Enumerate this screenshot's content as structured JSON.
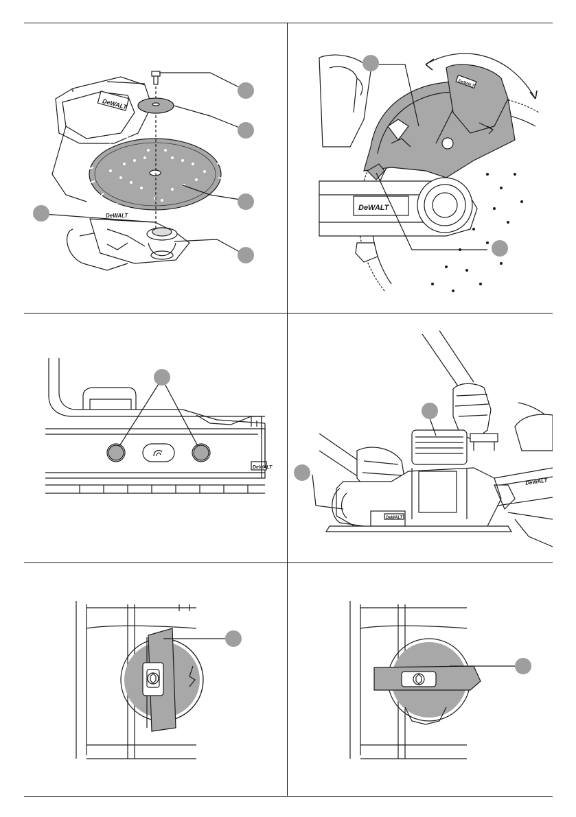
{
  "page": {
    "brand": "DeWALT",
    "figures": [
      {
        "id": "fig-a",
        "subject": "blade-installation-exploded"
      },
      {
        "id": "fig-b",
        "subject": "blade-guard-adjustment"
      },
      {
        "id": "fig-c",
        "subject": "guard-mounting-screws"
      },
      {
        "id": "fig-d",
        "subject": "two-hand-operation"
      },
      {
        "id": "fig-e",
        "subject": "lock-lever-vertical"
      },
      {
        "id": "fig-f",
        "subject": "lock-lever-horizontal"
      }
    ]
  },
  "colors": {
    "line": "#1a1a1a",
    "callout": "#9e9e9e",
    "shade": "#a8a8a8",
    "background": "#ffffff"
  }
}
